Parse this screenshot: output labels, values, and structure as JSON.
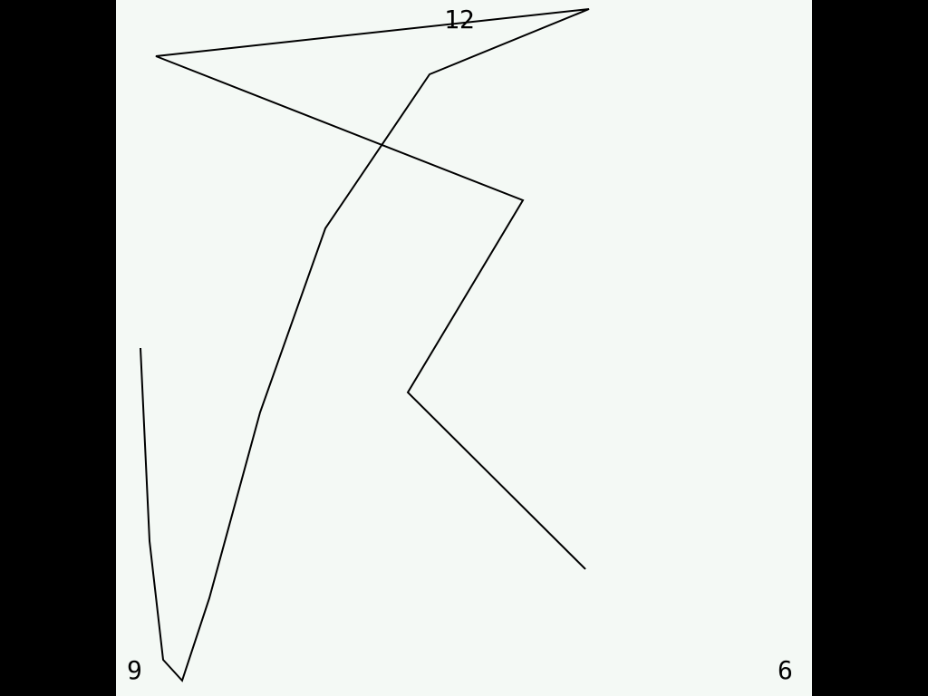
{
  "colors": {
    "background": "#000000",
    "canvas": "#f4f9f5",
    "ink": "#000000"
  },
  "labels": {
    "top": "12",
    "left": "9",
    "right": "6"
  }
}
